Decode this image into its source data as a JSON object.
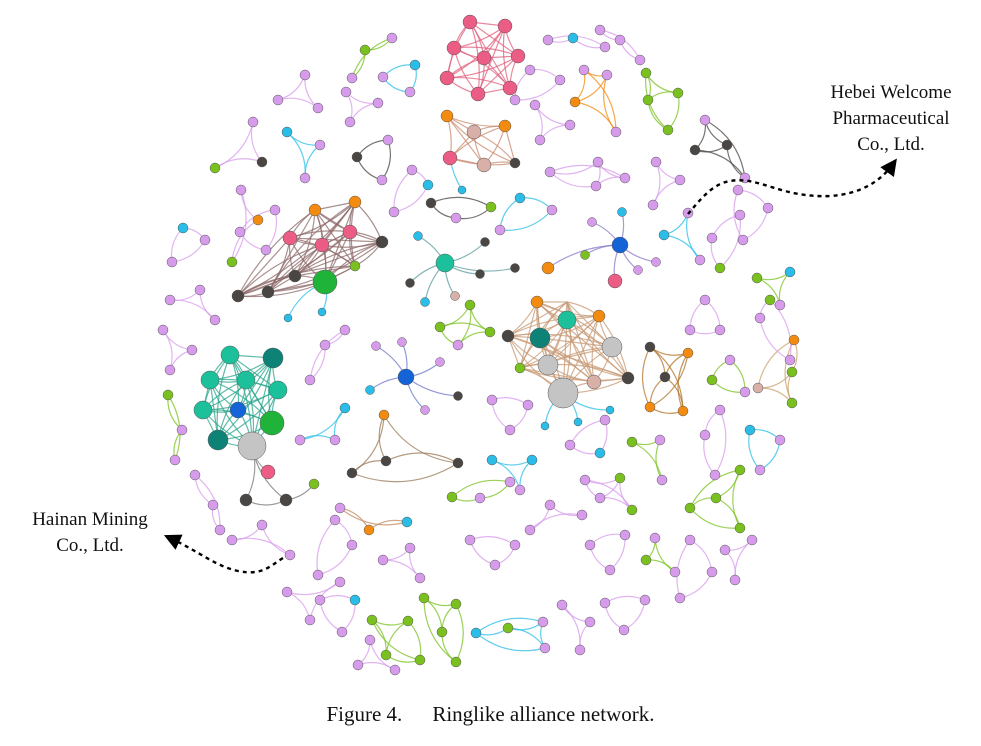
{
  "figure": {
    "caption_number": "Figure 4.",
    "caption_text": "Ringlike alliance network.",
    "annotations": [
      {
        "id": "hebei",
        "lines": [
          "Hebei Welcome",
          "Pharmaceutical",
          "Co., Ltd."
        ]
      },
      {
        "id": "hainan",
        "lines": [
          "Hainan Mining",
          "Co., Ltd."
        ]
      }
    ],
    "node_colors": {
      "violet": "#d79bec",
      "lime": "#7ac11f",
      "cyan": "#29bde8",
      "orange": "#f28b10",
      "pink": "#ec5d86",
      "tan": "#d8b0a8",
      "charcoal": "#4a4643",
      "green": "#20b33a",
      "teal": "#0f8278",
      "mint": "#1cc09a",
      "blue": "#1464d8",
      "grey": "#c4c4c4"
    }
  }
}
